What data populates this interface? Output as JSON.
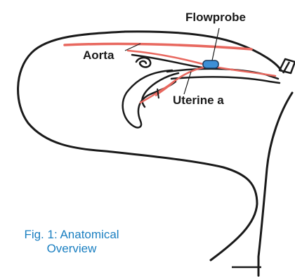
{
  "labels": {
    "flowprobe": "Flowprobe",
    "aorta": "Aorta",
    "uterine": "Uterine a"
  },
  "caption": {
    "line1": "Fig. 1: Anatomical",
    "line2": "Overview"
  },
  "colors": {
    "outline": "#1a1a1a",
    "vessel": "#e8685f",
    "probe_fill": "#3d8fd6",
    "probe_stroke": "#1a3a5c",
    "caption": "#1a7fc1"
  }
}
